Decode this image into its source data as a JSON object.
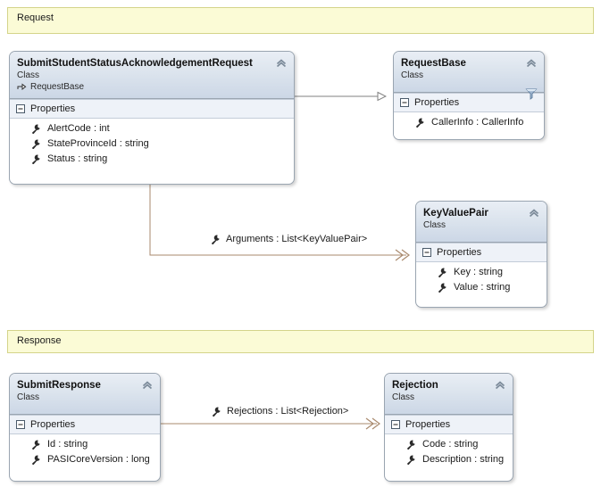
{
  "diagram": {
    "title": "Class Diagram",
    "background": "#ffffff",
    "colors": {
      "banner_fill": "#fbfbd6",
      "banner_border": "#d4d48a",
      "class_border": "#9aa5b1",
      "header_gradient_top": "#e9eef5",
      "header_gradient_bottom": "#ccd7e6",
      "compartment_fill": "#eef2f8",
      "association_line": "#a98a6e",
      "inheritance_line": "#808080"
    }
  },
  "banners": [
    {
      "name": "request-banner",
      "label": "Request"
    },
    {
      "name": "response-banner",
      "label": "Response"
    }
  ],
  "classes": {
    "submit_request": {
      "title": "SubmitStudentStatusAcknowledgementRequest",
      "stereotype": "Class",
      "base": "RequestBase",
      "compartment": "Properties",
      "members": [
        {
          "label": "AlertCode : int",
          "icon": "wrench-icon"
        },
        {
          "label": "StateProvinceId : string",
          "icon": "wrench-icon"
        },
        {
          "label": "Status : string",
          "icon": "wrench-icon"
        }
      ]
    },
    "request_base": {
      "title": "RequestBase",
      "stereotype": "Class",
      "compartment": "Properties",
      "members": [
        {
          "label": "CallerInfo : CallerInfo",
          "icon": "wrench-icon"
        }
      ]
    },
    "key_value_pair": {
      "title": "KeyValuePair",
      "stereotype": "Class",
      "compartment": "Properties",
      "members": [
        {
          "label": "Key : string",
          "icon": "wrench-icon"
        },
        {
          "label": "Value : string",
          "icon": "wrench-icon"
        }
      ]
    },
    "submit_response": {
      "title": "SubmitResponse",
      "stereotype": "Class",
      "compartment": "Properties",
      "members": [
        {
          "label": "Id : string",
          "icon": "wrench-icon"
        },
        {
          "label": "PASICoreVersion : long",
          "icon": "wrench-icon"
        }
      ]
    },
    "rejection": {
      "title": "Rejection",
      "stereotype": "Class",
      "compartment": "Properties",
      "members": [
        {
          "label": "Code : string",
          "icon": "wrench-icon"
        },
        {
          "label": "Description : string",
          "icon": "wrench-icon"
        }
      ]
    }
  },
  "associations": [
    {
      "name": "arguments-association",
      "label": "Arguments : List<KeyValuePair>",
      "from": "SubmitStudentStatusAcknowledgementRequest",
      "to": "KeyValuePair",
      "icon": "wrench-icon"
    },
    {
      "name": "rejections-association",
      "label": "Rejections : List<Rejection>",
      "from": "SubmitResponse",
      "to": "Rejection",
      "icon": "wrench-icon"
    }
  ],
  "inheritance": [
    {
      "name": "requestbase-inheritance",
      "from": "SubmitStudentStatusAcknowledgementRequest",
      "to": "RequestBase"
    }
  ],
  "icons": {
    "collapse": "chevron-double-up-icon",
    "filter": "funnel-icon",
    "member": "wrench-icon",
    "compartment_toggle": "minus-box-icon",
    "base_arrow": "inherit-arrow-icon"
  }
}
